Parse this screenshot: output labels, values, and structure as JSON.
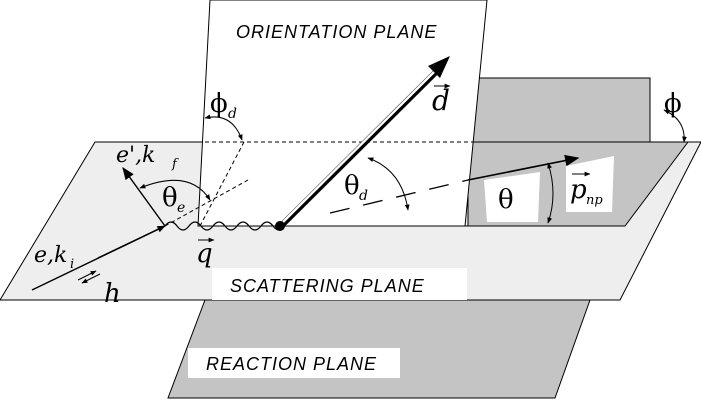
{
  "planes": {
    "orientation": "ORIENTATION PLANE",
    "scattering": "SCATTERING PLANE",
    "reaction": "REACTION PLANE"
  },
  "labels": {
    "d_vec": "d",
    "phi_d": "ϕ",
    "phi_d_sub": "d",
    "phi": "ϕ",
    "e_prime": "e',k",
    "e_prime_sub": "f",
    "theta_e": "θ",
    "theta_e_sub": "e",
    "theta_d": "θ",
    "theta_d_sub": "d",
    "theta": "θ",
    "p_np": "p",
    "p_np_sub": "np",
    "e_k": "e,k",
    "e_k_sub": "i",
    "q_vec": "q",
    "h": "h"
  },
  "colors": {
    "reaction_plane": "#c4c4c4",
    "scattering_plane": "#eeeeee",
    "orientation_plane": "#ffffff",
    "stroke": "#000000"
  }
}
